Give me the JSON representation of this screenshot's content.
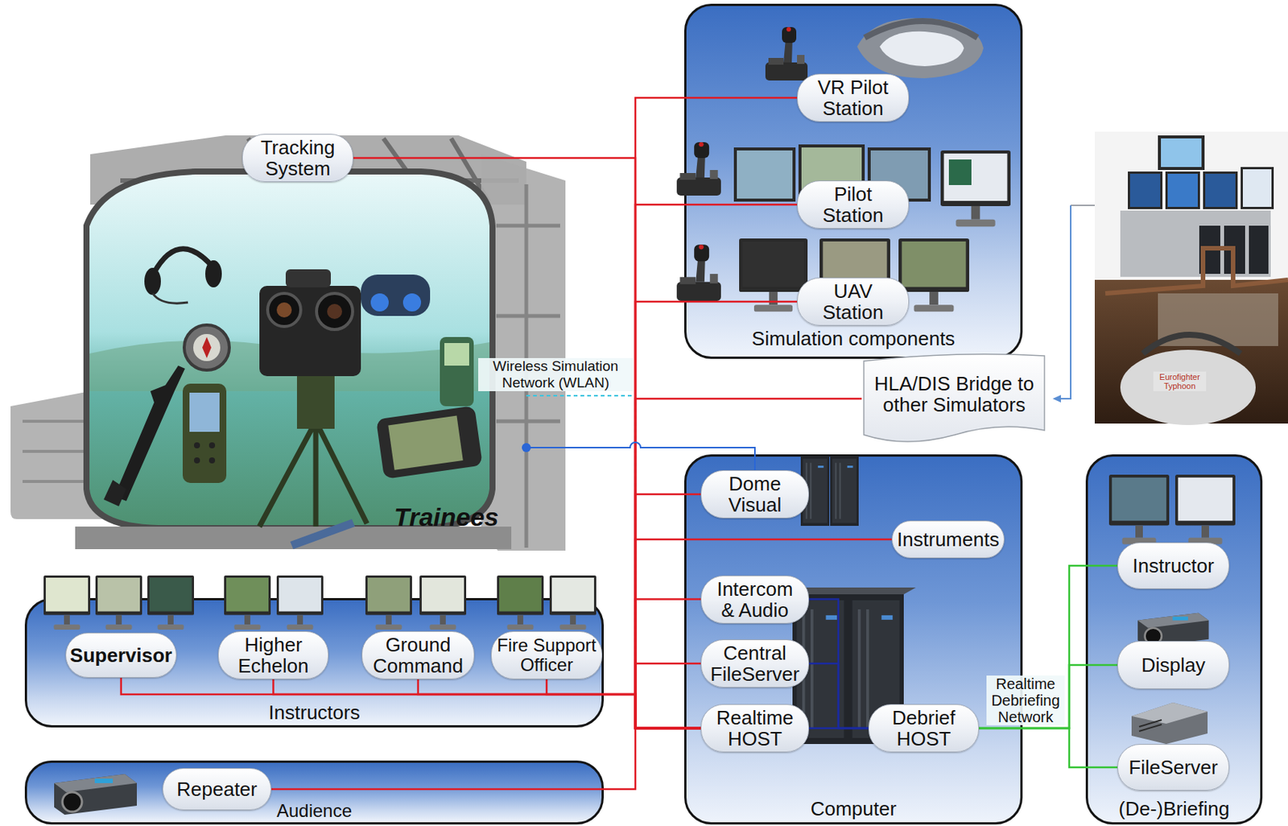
{
  "diagram": {
    "nodes": [
      {
        "text": [
          "Trainees"
        ]
      },
      {
        "text": [
          "Tracking System"
        ],
        "in": 0
      },
      {
        "text": [
          "Simulation components"
        ]
      },
      {
        "text": [
          "VR Pilot Station"
        ],
        "in": 2
      },
      {
        "text": [
          "Pilot Station"
        ],
        "in": 2
      },
      {
        "text": [
          "UAV Station"
        ],
        "in": 2
      },
      {
        "text": [
          "HLA/DIS Bridge to other Simulators"
        ]
      },
      {
        "text": [
          "Instructors"
        ]
      },
      {
        "text": [
          "Supervisor"
        ],
        "in": 7
      },
      {
        "text": [
          "Higher Echelon"
        ],
        "in": 7
      },
      {
        "text": [
          "Ground Command"
        ],
        "in": 7
      },
      {
        "text": [
          "Fire Support Officer"
        ],
        "in": 7
      },
      {
        "text": [
          "Audience"
        ]
      },
      {
        "text": [
          "Repeater"
        ],
        "in": 12
      },
      {
        "text": [
          "Computer"
        ]
      },
      {
        "text": [
          "Dome Visual"
        ],
        "in": 14
      },
      {
        "text": [
          "Instruments"
        ],
        "in": 14
      },
      {
        "text": [
          "Intercom & Audio"
        ],
        "in": 14
      },
      {
        "text": [
          "Central FileServer"
        ],
        "in": 14
      },
      {
        "text": [
          "Realtime HOST"
        ],
        "in": 14
      },
      {
        "text": [
          "Debrief HOST"
        ],
        "in": 14
      },
      {
        "text": [
          "(De-)Briefing"
        ]
      },
      {
        "text": [
          "Instructor"
        ],
        "in": 21
      },
      {
        "text": [
          "Display"
        ],
        "in": 21
      },
      {
        "text": [
          "FileServer"
        ],
        "in": 21
      }
    ],
    "edges": [
      {
        "from": 0,
        "to": 19,
        "arrow": "none",
        "label": "Wireless Simulation Network (WLAN)"
      },
      {
        "from": 1,
        "to": 19,
        "arrow": "none"
      },
      {
        "from": 3,
        "to": 19,
        "arrow": "none"
      },
      {
        "from": 4,
        "to": 19,
        "arrow": "none"
      },
      {
        "from": 5,
        "to": 19,
        "arrow": "none"
      },
      {
        "from": 6,
        "to": 19,
        "arrow": "none"
      },
      {
        "from": 15,
        "to": 19,
        "arrow": "none"
      },
      {
        "from": 16,
        "to": 19,
        "arrow": "none"
      },
      {
        "from": 17,
        "to": 19,
        "arrow": "none"
      },
      {
        "from": 18,
        "to": 19,
        "arrow": "none"
      },
      {
        "from": 8,
        "to": 19,
        "arrow": "none"
      },
      {
        "from": 9,
        "to": 19,
        "arrow": "none"
      },
      {
        "from": 10,
        "to": 19,
        "arrow": "none"
      },
      {
        "from": 11,
        "to": 19,
        "arrow": "none"
      },
      {
        "from": 13,
        "to": 19,
        "arrow": "none"
      },
      {
        "from": 0,
        "to": 15,
        "arrow": "none"
      },
      {
        "from": 17,
        "to": 20,
        "arrow": "none"
      },
      {
        "from": 18,
        "to": 20,
        "arrow": "none"
      },
      {
        "from": 19,
        "to": 20,
        "arrow": "none"
      },
      {
        "from": 20,
        "to": 22,
        "arrow": "none",
        "label": "Realtime Debriefing Network"
      },
      {
        "from": 20,
        "to": 23,
        "arrow": "none"
      },
      {
        "from": 20,
        "to": 24,
        "arrow": "none"
      }
    ],
    "labels": [
      "Eurofighter Typhoon"
    ]
  }
}
